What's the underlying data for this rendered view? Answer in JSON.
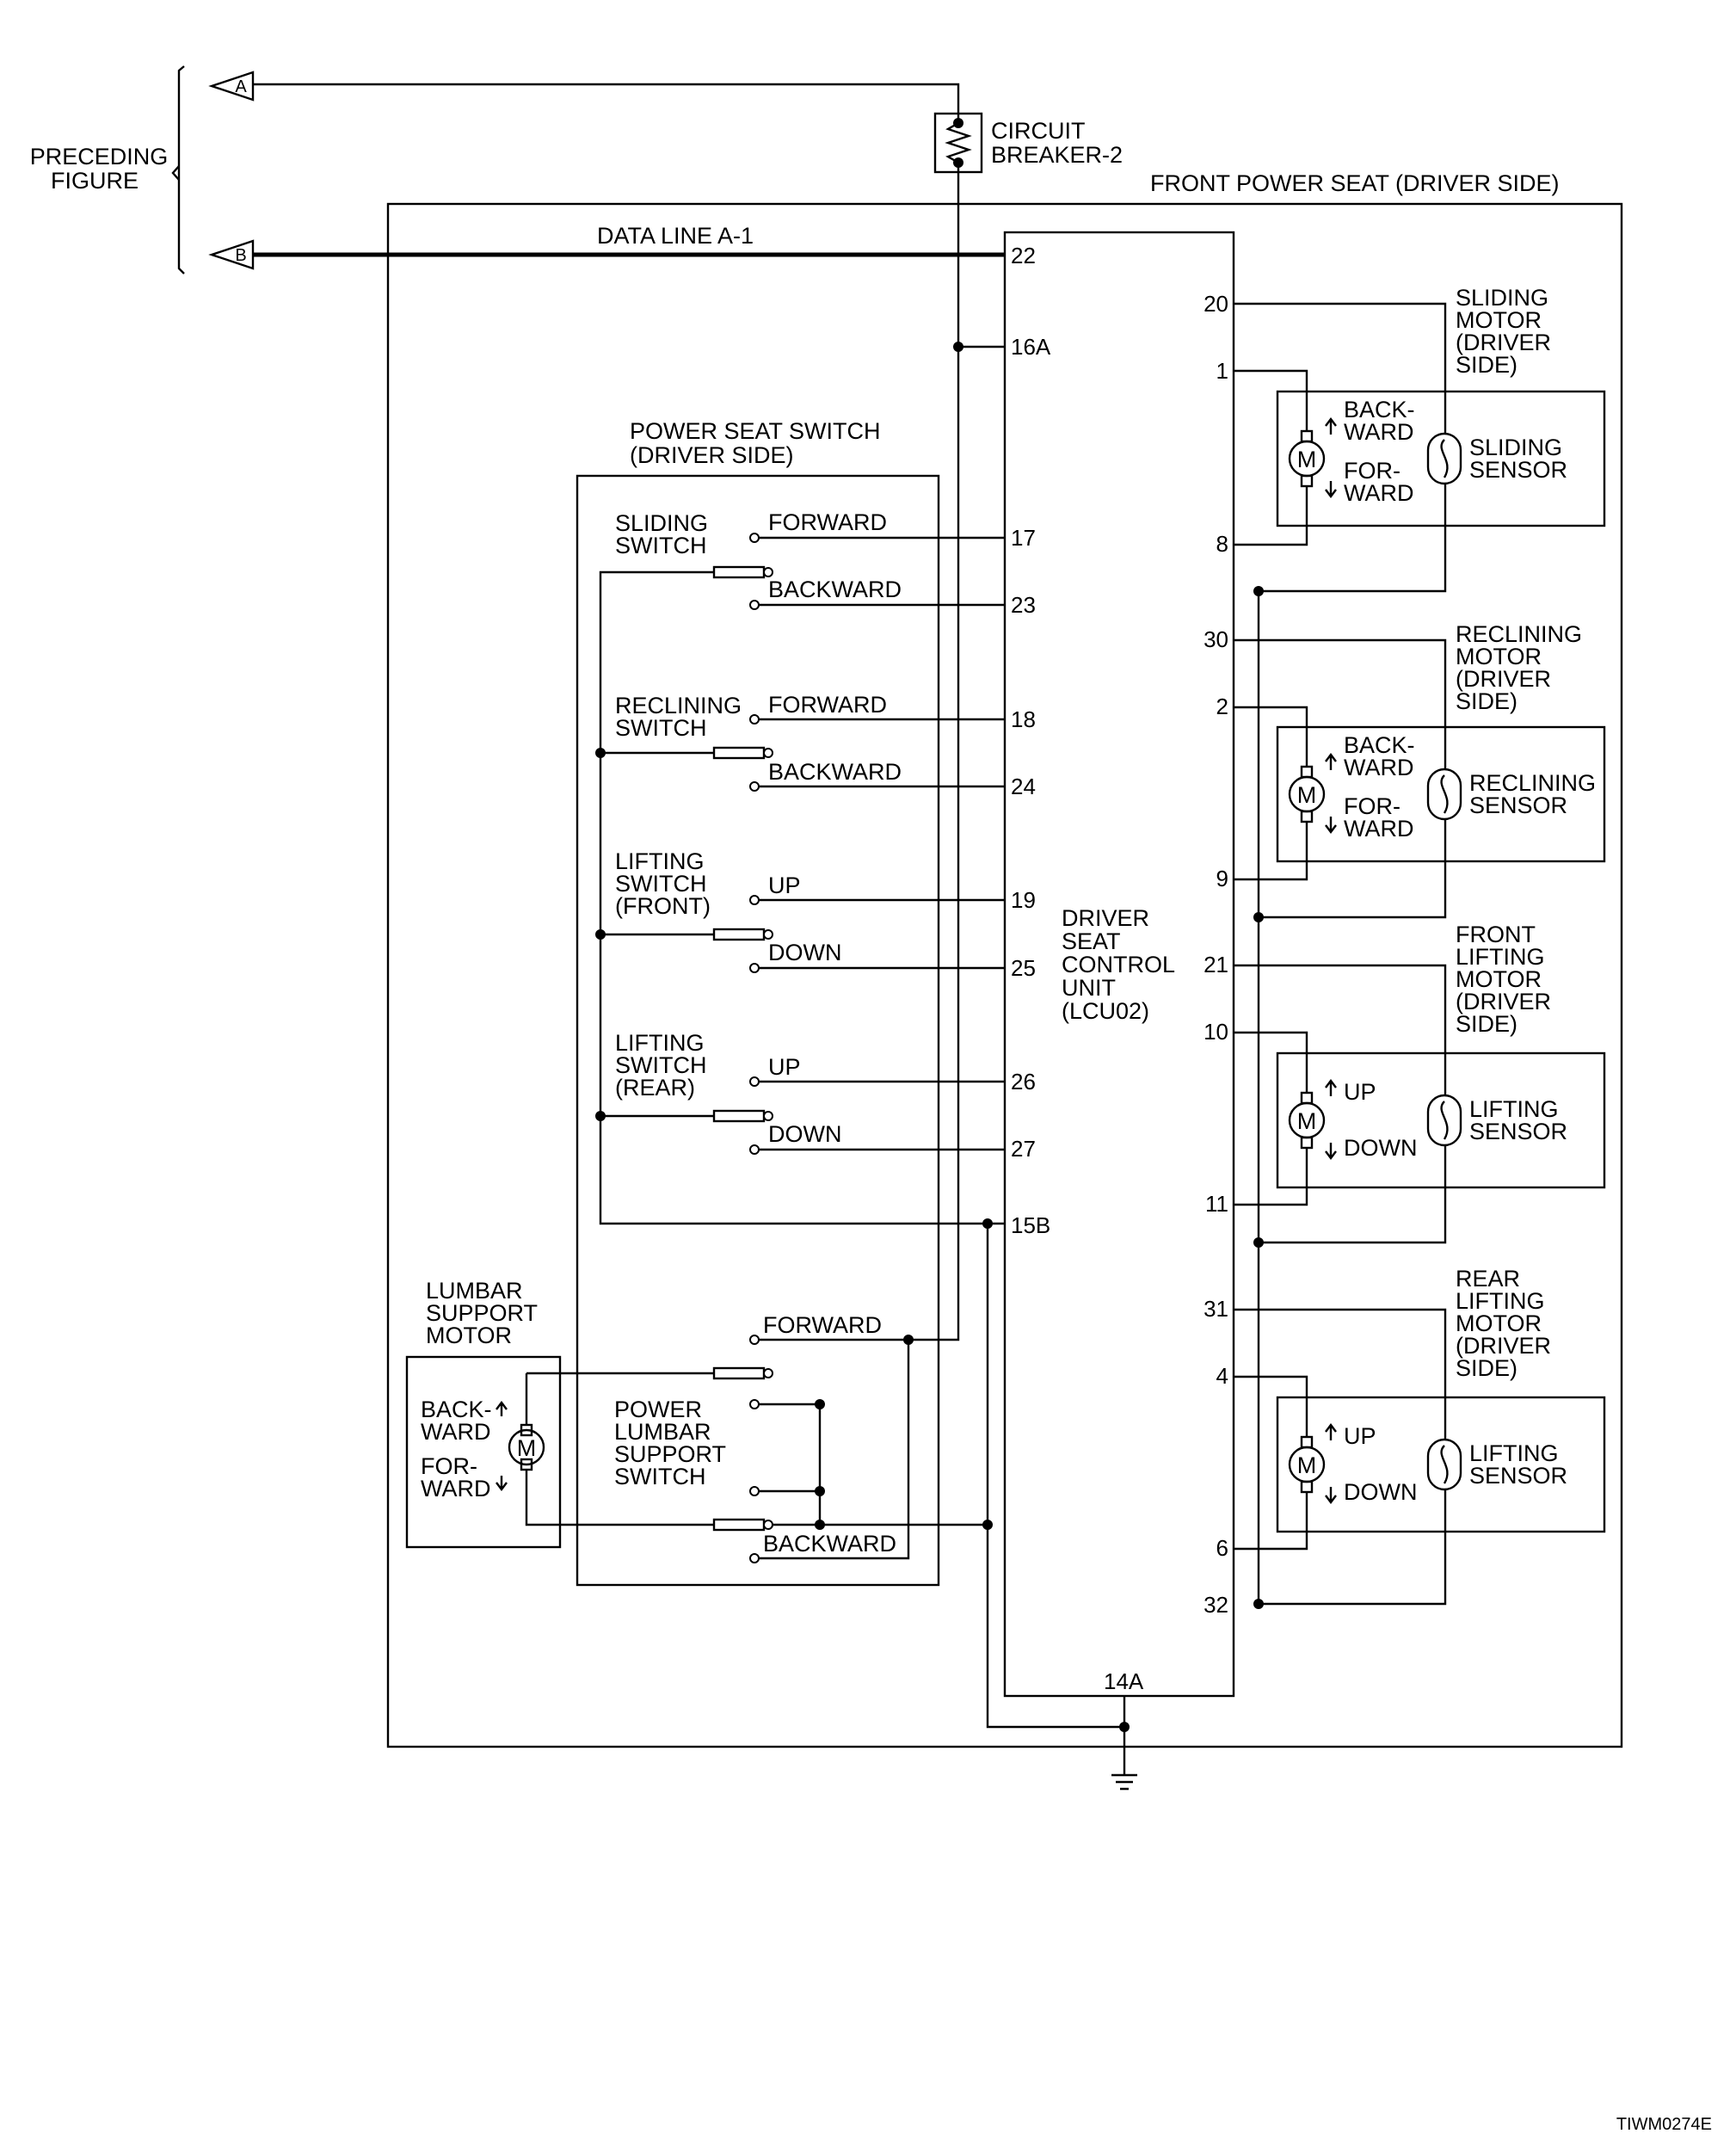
{
  "connectors": {
    "a": "A",
    "b": "B",
    "preceding": [
      "PRECEDING",
      "FIGURE"
    ]
  },
  "circuit_breaker": [
    "CIRCUIT",
    "BREAKER-2"
  ],
  "front_power_seat": "FRONT POWER SEAT (DRIVER SIDE)",
  "data_line": "DATA LINE A-1",
  "control_unit": [
    "DRIVER",
    "SEAT",
    "CONTROL",
    "UNIT",
    "(LCU02)"
  ],
  "power_seat_switch": [
    "POWER SEAT SWITCH",
    "(DRIVER SIDE)"
  ],
  "switches": {
    "sliding": [
      "SLIDING",
      "SWITCH"
    ],
    "reclining": [
      "RECLINING",
      "SWITCH"
    ],
    "lift_front": [
      "LIFTING",
      "SWITCH",
      "(FRONT)"
    ],
    "lift_rear": [
      "LIFTING",
      "SWITCH",
      "(REAR)"
    ],
    "lumbar": [
      "POWER",
      "LUMBAR",
      "SUPPORT",
      "SWITCH"
    ],
    "forward": "FORWARD",
    "backward": "BACKWARD",
    "up": "UP",
    "down": "DOWN"
  },
  "lumbar_motor": {
    "title": [
      "LUMBAR",
      "SUPPORT",
      "MOTOR"
    ],
    "back": [
      "BACK-",
      "WARD"
    ],
    "fwd": [
      "FOR-",
      "WARD"
    ],
    "m": "M"
  },
  "motors": {
    "sliding": {
      "title": [
        "SLIDING",
        "MOTOR",
        "(DRIVER",
        " SIDE)"
      ],
      "dir1": [
        "BACK-",
        "WARD"
      ],
      "dir2": [
        "FOR-",
        "WARD"
      ],
      "sensor": [
        "SLIDING",
        "SENSOR"
      ]
    },
    "reclining": {
      "title": [
        "RECLINING",
        "MOTOR",
        "(DRIVER",
        " SIDE)"
      ],
      "dir1": [
        "BACK-",
        "WARD"
      ],
      "dir2": [
        "FOR-",
        "WARD"
      ],
      "sensor": [
        "RECLINING",
        "SENSOR"
      ]
    },
    "front_lift": {
      "title": [
        "FRONT",
        "LIFTING",
        "MOTOR",
        "(DRIVER",
        " SIDE)"
      ],
      "dir1": "UP",
      "dir2": "DOWN",
      "sensor": [
        "LIFTING",
        "SENSOR"
      ]
    },
    "rear_lift": {
      "title": [
        "REAR",
        "LIFTING",
        "MOTOR",
        "(DRIVER",
        " SIDE)"
      ],
      "dir1": "UP",
      "dir2": "DOWN",
      "sensor": [
        "LIFTING",
        "SENSOR"
      ]
    },
    "m": "M"
  },
  "pins": {
    "p22": "22",
    "p16a": "16A",
    "p17": "17",
    "p23": "23",
    "p18": "18",
    "p24": "24",
    "p19": "19",
    "p25": "25",
    "p26": "26",
    "p27": "27",
    "p15b": "15B",
    "p14a": "14A",
    "p20": "20",
    "p1": "1",
    "p8": "8",
    "p30": "30",
    "p2": "2",
    "p9": "9",
    "p21": "21",
    "p10": "10",
    "p11": "11",
    "p31": "31",
    "p4": "4",
    "p6": "6",
    "p32": "32"
  },
  "figure_id": "TIWM0274E"
}
